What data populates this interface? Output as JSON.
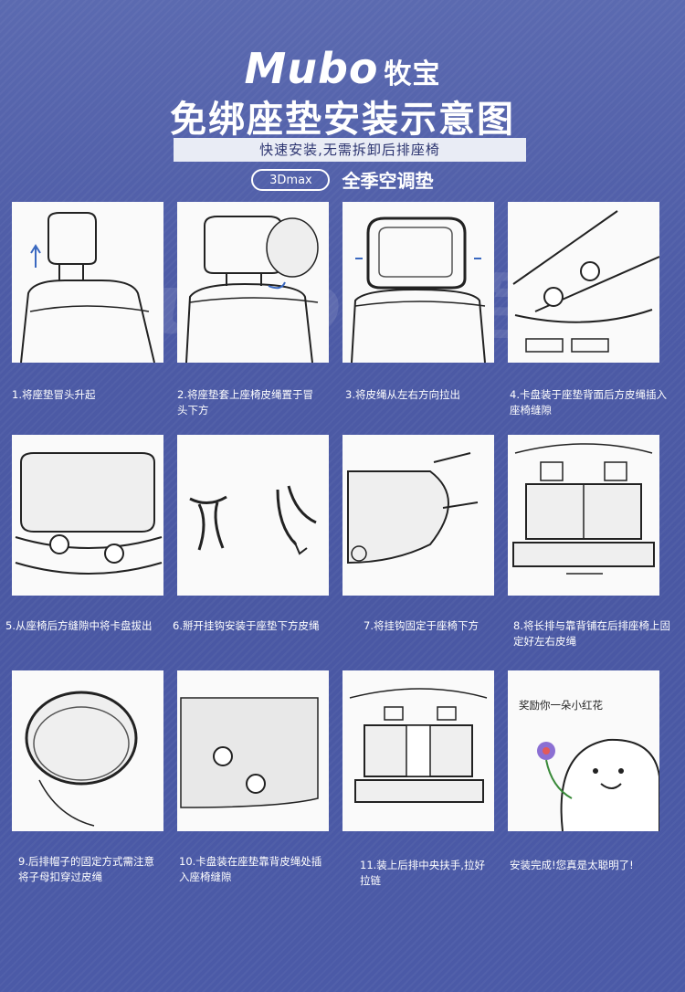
{
  "header": {
    "brand_latin": "Mubo",
    "brand_cn": "牧宝",
    "title": "免绑座垫安装示意图",
    "subtitle": "快速安装,无需拆卸后排座椅",
    "badge_3d": "3Dmax",
    "badge_season": "全季空调垫"
  },
  "steps": [
    {
      "caption": "1.将座垫冒头升起"
    },
    {
      "caption": "2.将座垫套上座椅皮绳置于冒头下方"
    },
    {
      "caption": "3.将皮绳从左右方向拉出"
    },
    {
      "caption": "4.卡盘装于座垫背面后方皮绳插入座椅缝隙"
    },
    {
      "caption": "5.从座椅后方缝隙中将卡盘拔出"
    },
    {
      "caption": "6.掰开挂钩安装于座垫下方皮绳"
    },
    {
      "caption": "7.将挂钩固定于座椅下方"
    },
    {
      "caption": "8.将长排与靠背铺在后排座椅上固定好左右皮绳"
    },
    {
      "caption": "9.后排帽子的固定方式需注意将子母扣穿过皮绳"
    },
    {
      "caption": "10.卡盘装在座垫靠背皮绳处插入座椅缝隙"
    },
    {
      "caption": "11.装上后排中央扶手,拉好拉链"
    },
    {
      "caption": "安装完成!您真是太聪明了!",
      "bubble": "奖励你一朵小红花"
    }
  ]
}
